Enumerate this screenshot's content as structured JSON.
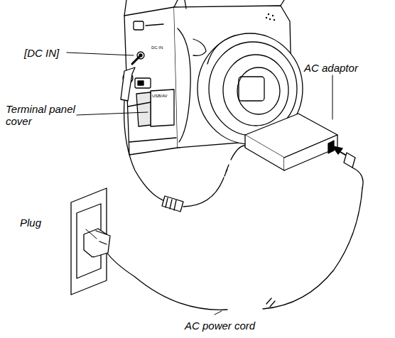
{
  "diagram": {
    "labels": [
      "[DC IN]",
      "Terminal panel cover",
      "AC adaptor",
      "Plug",
      "AC power cord",
      "DC IN",
      "USB/AV"
    ]
  }
}
